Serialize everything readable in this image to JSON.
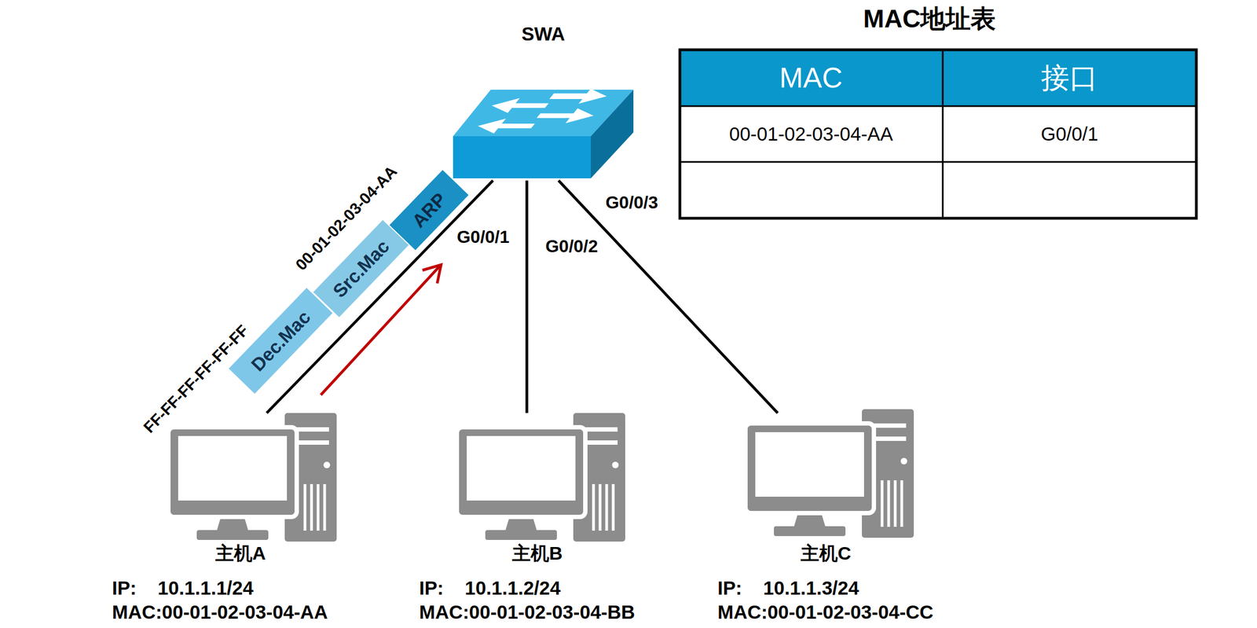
{
  "diagram": {
    "nodes": [
      {
        "text": [
          "SWA"
        ]
      },
      {
        "text": [
          "Dec.Mac"
        ]
      },
      {
        "text": [
          "Src.Mac"
        ]
      },
      {
        "text": [
          "ARP"
        ]
      },
      {
        "text": [
          "主机A",
          "IP:    10.1.1.1/24",
          "MAC:00-01-02-03-04-AA"
        ]
      },
      {
        "text": [
          "主机B",
          "IP:    10.1.1.2/24",
          "MAC:00-01-02-03-04-BB"
        ]
      },
      {
        "text": [
          "主机C",
          "IP:    10.1.1.3/24",
          "MAC:00-01-02-03-04-CC"
        ]
      }
    ],
    "edges": [
      {
        "from": 0,
        "to": 4,
        "arrow": "none"
      },
      {
        "from": 0,
        "to": 5,
        "arrow": "none"
      },
      {
        "from": 0,
        "to": 6,
        "arrow": "none"
      }
    ],
    "labels": [
      "MAC地址表",
      "MAC",
      "接口",
      "00-01-02-03-04-AA",
      "G0/0/1",
      "G0/0/1",
      "G0/0/2",
      "G0/0/3",
      "FF-FF-FF-FF-FF-FF",
      "00-01-02-03-04-AA"
    ]
  }
}
